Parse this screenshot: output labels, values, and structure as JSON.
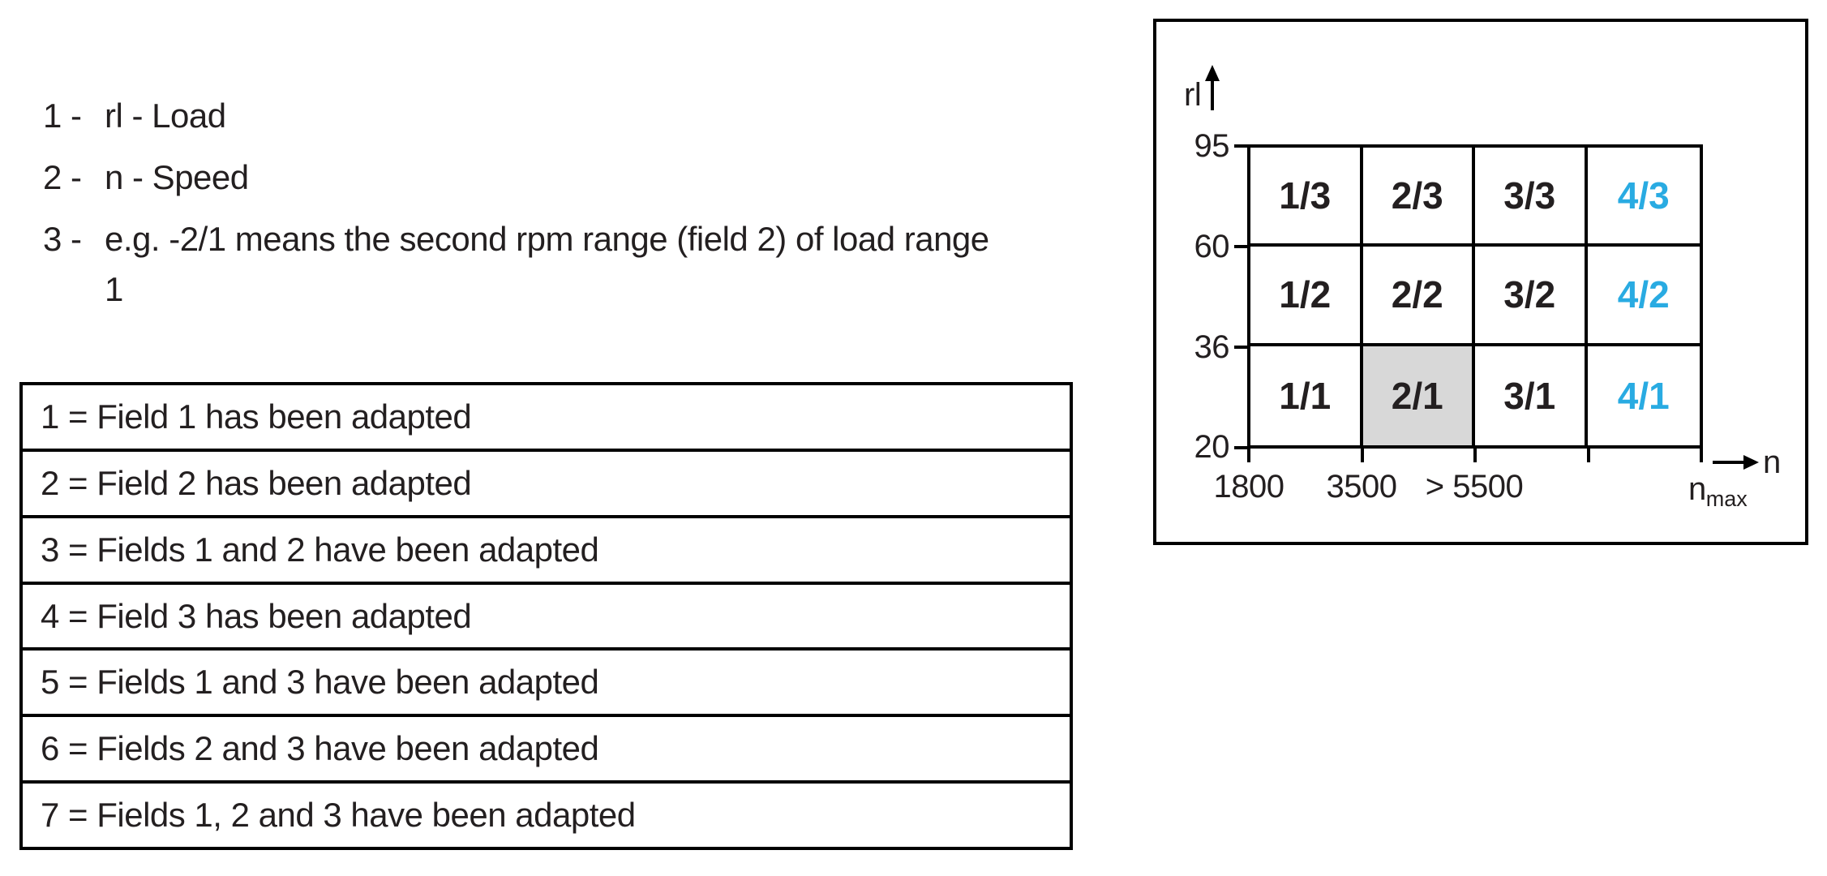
{
  "colors": {
    "ink": "#231f20",
    "line": "#000000",
    "cyan": "#29abe2",
    "cellgray": "#d8d8d8",
    "paper": "#ffffff"
  },
  "legend": {
    "items": [
      {
        "marker": "1 -",
        "text": "rl - Load"
      },
      {
        "marker": "2 -",
        "text": "n - Speed"
      },
      {
        "marker": "3 -",
        "lines": [
          "e.g. -2/1 means the second rpm range (field 2) of load range",
          "1"
        ]
      }
    ]
  },
  "table": {
    "rows": [
      "1 = Field 1 has been adapted",
      "2 = Field 2 has been adapted",
      "3 = Fields 1 and 2 have been adapted",
      "4 = Field 3 has been adapted",
      "5 = Fields 1 and 3 have been adapted",
      "6 = Fields 2 and 3 have been adapted",
      "7 = Fields 1, 2 and 3 have been adapted"
    ]
  },
  "diagram": {
    "y_axis": {
      "label": "rl",
      "ticks": [
        "95",
        "60",
        "36",
        "20"
      ]
    },
    "x_axis": {
      "ticks": [
        "1800",
        "3500",
        "> 5500"
      ],
      "arrow_label": "n",
      "end_label": "n",
      "end_label_sub": "max"
    },
    "cells": [
      [
        "1/3",
        "2/3",
        "3/3",
        "4/3"
      ],
      [
        "1/2",
        "2/2",
        "3/2",
        "4/2"
      ],
      [
        "1/1",
        "2/1",
        "3/1",
        "4/1"
      ]
    ],
    "highlighted_cell": "2/1",
    "cyan_cells": [
      "4/3",
      "4/2",
      "4/1"
    ]
  }
}
